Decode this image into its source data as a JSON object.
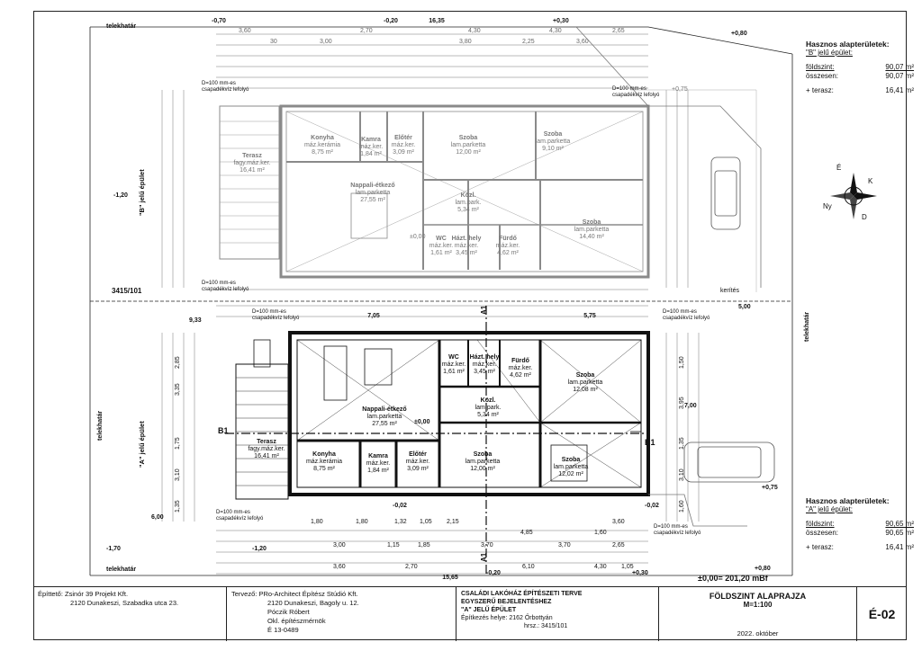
{
  "labels": {
    "telekhatar": "telekhatár",
    "b_building_vertical": "\"B\" jelű épület",
    "a_building_vertical": "\"A\" jelű épület",
    "parcel": "3415/101",
    "kerites": "kerítés",
    "b1": "B1",
    "a1": "A1",
    "downpipe": "D=100 mm-es csapadékvíz lefolyó"
  },
  "levels": {
    "top_left": "-0,70",
    "top_mid": "-0,20",
    "top_mid_r": "+0,30",
    "top_right": "+0,80",
    "left_b": "-1,20",
    "bottom_left": "-1,70",
    "bottom_mid_l": "-1,20",
    "bottom_mid": "-0,20",
    "bottom_mid_r": "+0,30",
    "bottom_right": "+0,80",
    "inner_l": "-0,02",
    "inner_r": "-0,02",
    "zero_a": "±0,00",
    "zero_b": "±0,00",
    "plus_075_top": "+0,75",
    "plus_075": "+0,75"
  },
  "dims": {
    "total_top": "16,35",
    "total_bottom": "15,65",
    "a_width_left": "7,05",
    "a_width_right": "5,75",
    "a_side": "9,33",
    "a_side_top": "6,00",
    "a_side_right": "7,00",
    "a_bottom": "5,00",
    "top_row1": [
      "3,60",
      "2,70",
      "4,30",
      "4,30",
      "2,65"
    ],
    "top_row2": [
      "30",
      "3,00",
      "3,80",
      "2,25",
      "3,60"
    ],
    "bottom_row1": [
      "1,80",
      "1,80",
      "1,32",
      "1,05",
      "2,15",
      "4,85",
      "1,60",
      "3,60"
    ],
    "bottom_row2": [
      "3,00",
      "1,15",
      "1,85",
      "3,70",
      "3,70",
      "2,65"
    ],
    "bottom_row3": [
      "3,60",
      "2,70",
      "6,10",
      "4,30",
      "1,05"
    ],
    "left_col": [
      "1,35",
      "3,10",
      "1,75",
      "3,35",
      "2,85"
    ],
    "right_col": [
      "1,50",
      "3,95",
      "1,35",
      "3,10",
      "1,60"
    ]
  },
  "b_building": {
    "rooms": [
      {
        "name": "Konyha",
        "sub": "máz.kerámia",
        "area": "8,75 m²"
      },
      {
        "name": "Kamra",
        "sub": "máz.ker.",
        "area": "1,84 m²"
      },
      {
        "name": "Előtér",
        "sub": "máz.ker.",
        "area": "3,09 m²"
      },
      {
        "name": "Szoba",
        "sub": "lam.parketta",
        "area": "12,00 m²"
      },
      {
        "name": "Szoba",
        "sub": "lam.parketta",
        "area": "9,10 m²"
      },
      {
        "name": "Terasz",
        "sub": "fagy.máz.ker.",
        "area": "16,41 m²"
      },
      {
        "name": "Nappali-étkező",
        "sub": "lam.parketta",
        "area": "27,55 m²"
      },
      {
        "name": "Közl.",
        "sub": "lam.park.",
        "area": "5,34 m²"
      },
      {
        "name": "WC",
        "sub": "máz.ker.",
        "area": "1,61 m²"
      },
      {
        "name": "Házt. hely",
        "sub": "máz.ker.",
        "area": "3,45 m²"
      },
      {
        "name": "Fürdő",
        "sub": "máz.ker.",
        "area": "4,62 m²"
      },
      {
        "name": "Szoba",
        "sub": "lam.parketta",
        "area": "14,40 m²"
      }
    ]
  },
  "a_building": {
    "rooms": [
      {
        "name": "Konyha",
        "sub": "máz.kerámia",
        "area": "8,75 m²"
      },
      {
        "name": "Kamra",
        "sub": "máz.ker.",
        "area": "1,84 m²"
      },
      {
        "name": "Előtér",
        "sub": "máz.ker.",
        "area": "3,09 m²"
      },
      {
        "name": "Szoba",
        "sub": "lam.parketta",
        "area": "12,00 m²"
      },
      {
        "name": "Szoba",
        "sub": "lam.parketta",
        "area": "12,02 m²"
      },
      {
        "name": "Terasz",
        "sub": "fagy.máz.ker.",
        "area": "16,41 m²"
      },
      {
        "name": "Nappali-étkező",
        "sub": "lam.parketta",
        "area": "27,55 m²"
      },
      {
        "name": "Közl.",
        "sub": "lam.park.",
        "area": "5,34 m²"
      },
      {
        "name": "WC",
        "sub": "máz.ker.",
        "area": "1,61 m²"
      },
      {
        "name": "Házt. hely",
        "sub": "máz.ker.",
        "area": "3,45 m²"
      },
      {
        "name": "Fürdő",
        "sub": "máz.ker.",
        "area": "4,62 m²"
      },
      {
        "name": "Szoba",
        "sub": "lam.parketta",
        "area": "12,08 m²"
      }
    ]
  },
  "area_b": {
    "title": "Hasznos alapterületek:",
    "subtitle": "\"B\" jelű épület:",
    "foldszint_label": "földszint:",
    "foldszint_value": "90,07 m²",
    "osszesen_label": "összesen:",
    "osszesen_value": "90,07 m²",
    "terasz_label": "+ terasz:",
    "terasz_value": "16,41 m²"
  },
  "area_a": {
    "title": "Hasznos alapterületek:",
    "subtitle": "\"A\" jelű épület:",
    "foldszint_label": "földszint:",
    "foldszint_value": "90,65 m²",
    "osszesen_label": "összesen:",
    "osszesen_value": "90,65 m²",
    "terasz_label": "+ terasz:",
    "terasz_value": "16,41 m²"
  },
  "compass": {
    "n": "É",
    "s": "D",
    "e": "K",
    "w": "Ny"
  },
  "reference_level": "±0,00= 201,20 mBf",
  "title_block": {
    "builder_label": "Építtető:",
    "builder_name": "Zsinór 39 Projekt Kft.",
    "builder_addr": "2120 Dunakeszi, Szabadka utca 23.",
    "designer_label": "Tervező:",
    "designer_name": "PRo-Architect Építész Stúdió Kft.",
    "designer_addr": "2120 Dunakeszi, Bagoly u. 12.",
    "designer_person": "Póczik Róbert",
    "designer_title": "Okl. építészmérnök",
    "designer_reg": "É 13-0489",
    "project_line1": "CSALÁDI LAKÓHÁZ ÉPÍTÉSZETI TERVE",
    "project_line2": "EGYSZERŰ BEJELENTÉSHEZ",
    "project_line3": "\"A\" JELŰ ÉPÜLET",
    "site_label": "Építkezés helye:",
    "site_value": "2162 Őrbottyán",
    "lot_value": "hrsz.: 3415/101",
    "drawing_title": "FÖLDSZINT ALAPRAJZA",
    "scale": "M=1:100",
    "date": "2022. október",
    "sheet_no": "É-02"
  }
}
